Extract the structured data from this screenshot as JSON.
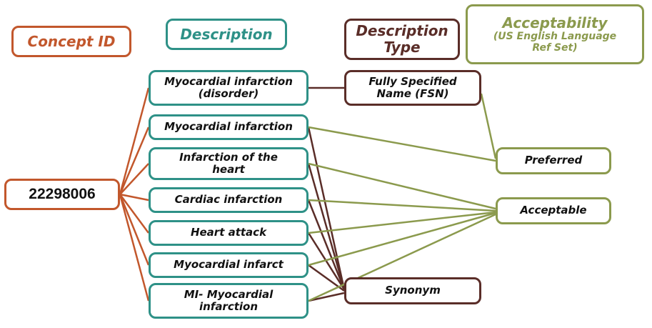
{
  "palette": {
    "orange": "#c2572c",
    "teal": "#2e9187",
    "brown": "#5a2d28",
    "olive": "#8b9a4d"
  },
  "headers": {
    "concept_id": "Concept ID",
    "description": "Description",
    "description_type": "Description\nType",
    "acceptability_title": "Acceptability",
    "acceptability_subtitle": "(US English Language\nRef Set)"
  },
  "concept": {
    "id": "22298006"
  },
  "descriptions": [
    {
      "label": "Myocardial infarction\n(disorder)",
      "type": "Fully Specified Name (FSN)",
      "acceptability": "Preferred"
    },
    {
      "label": "Myocardial infarction",
      "type": "Synonym",
      "acceptability": "Preferred"
    },
    {
      "label": "Infarction of the\nheart",
      "type": "Synonym",
      "acceptability": "Acceptable"
    },
    {
      "label": "Cardiac infarction",
      "type": "Synonym",
      "acceptability": "Acceptable"
    },
    {
      "label": "Heart attack",
      "type": "Synonym",
      "acceptability": "Acceptable"
    },
    {
      "label": "Myocardial infarct",
      "type": "Synonym",
      "acceptability": "Acceptable"
    },
    {
      "label": "MI- Myocardial\ninfarction",
      "type": "Synonym",
      "acceptability": "Acceptable"
    }
  ],
  "types": {
    "fsn": "Fully Specified\nName (FSN)",
    "synonym": "Synonym"
  },
  "acceptability": {
    "preferred": "Preferred",
    "acceptable": "Acceptable"
  }
}
